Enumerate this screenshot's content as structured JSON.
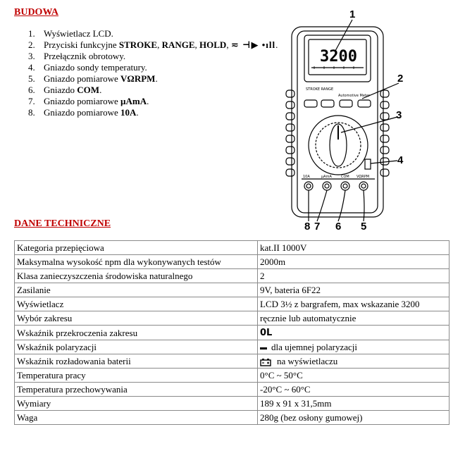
{
  "budowa": {
    "title": "BUDOWA",
    "items": [
      {
        "num": "1.",
        "text": "Wyświetlacz LCD."
      },
      {
        "num": "2.",
        "pre": "Przyciski funkcyjne ",
        "b1": "STROKE",
        "sep1": ", ",
        "b2": "RANGE",
        "sep2": ", ",
        "b3": "HOLD",
        "sep3": ", ",
        "symbols": "≂ ⊣▶ •ıll",
        "post": "."
      },
      {
        "num": "3.",
        "text": "Przełącznik obrotowy."
      },
      {
        "num": "4.",
        "text": "Gniazdo sondy temperatury."
      },
      {
        "num": "5.",
        "pre": "Gniazdo pomiarowe ",
        "b": "VΩRPM",
        "post": "."
      },
      {
        "num": "6.",
        "pre": "Gniazdo ",
        "b": "COM",
        "post": "."
      },
      {
        "num": "7.",
        "pre": "Gniazdo pomiarowe ",
        "b": "µAmA",
        "post": "."
      },
      {
        "num": "8.",
        "pre": "Gniazdo pomiarowe ",
        "b": "10A",
        "post": "."
      }
    ]
  },
  "diagram": {
    "callouts": [
      "1",
      "2",
      "3",
      "4",
      "5",
      "6",
      "7",
      "8"
    ],
    "lcd_reading": "3200",
    "brand": "STROKE  RANGE",
    "model_label": "Automotive Meter",
    "jack_labels": [
      "10A",
      "µAmA",
      "COM",
      "VΩRPM"
    ]
  },
  "dane": {
    "title": "DANE TECHNICZNE",
    "rows": [
      {
        "key": "Kategoria przepięciowa",
        "value": "kat.II 1000V"
      },
      {
        "key": "Maksymalna wysokość npm dla wykonywanych testów",
        "value": "2000m"
      },
      {
        "key": "Klasa zanieczyszczenia środowiska naturalnego",
        "value": "2"
      },
      {
        "key": "Zasilanie",
        "value": "9V, bateria 6F22"
      },
      {
        "key": "Wyświetlacz",
        "value": "LCD 3½ z bargrafem, max wskazanie 3200"
      },
      {
        "key": "Wybór zakresu",
        "value": "ręcznie lub automatycznie"
      },
      {
        "key": "Wskaźnik przekroczenia zakresu",
        "value": "0L"
      },
      {
        "key": "Wskaźnik polaryzacji",
        "value": "dla ujemnej polaryzacji"
      },
      {
        "key": "Wskaźnik rozładowania baterii",
        "value": "na wyświetlaczu"
      },
      {
        "key": "Temperatura pracy",
        "value": "0°C ~ 50°C"
      },
      {
        "key": "Temperatura przechowywania",
        "value": "-20°C ~ 60°C"
      },
      {
        "key": "Wymiary",
        "value": "189 x 91 x 31,5mm"
      },
      {
        "key": "Waga",
        "value": "280g (bez osłony gumowej)"
      }
    ]
  }
}
